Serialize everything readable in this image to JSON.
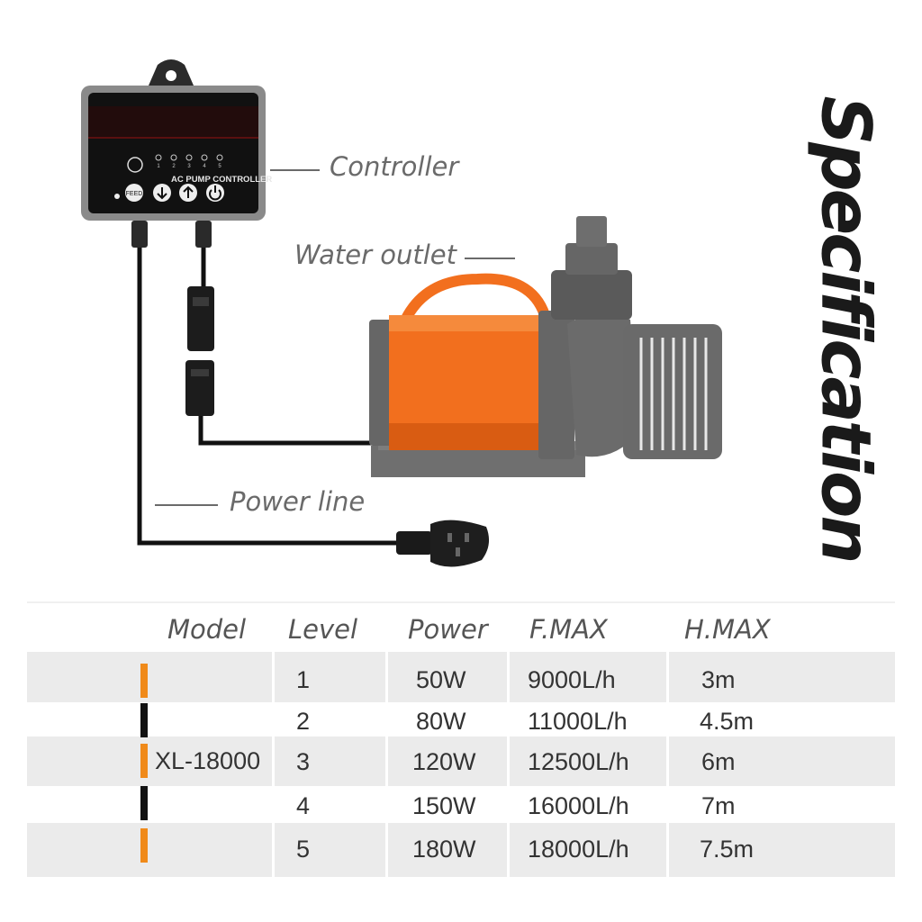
{
  "title": "Specification",
  "callouts": {
    "controller": "Controller",
    "water_outlet": "Water outlet",
    "power_line": "Power line"
  },
  "controller_device": {
    "label": "AC PUMP CONTROLLER",
    "feed_button": "FEED",
    "levels": [
      "1",
      "2",
      "3",
      "4",
      "5"
    ]
  },
  "table": {
    "headers": [
      "Model",
      "Level",
      "Power",
      "F.MAX",
      "H.MAX"
    ],
    "model": "XL-18000",
    "rows": [
      {
        "level": "1",
        "power": "50W",
        "fmax": "9000L/h",
        "hmax": "3m"
      },
      {
        "level": "2",
        "power": "80W",
        "fmax": "11000L/h",
        "hmax": "4.5m"
      },
      {
        "level": "3",
        "power": "120W",
        "fmax": "12500L/h",
        "hmax": "6m"
      },
      {
        "level": "4",
        "power": "150W",
        "fmax": "16000L/h",
        "hmax": "7m"
      },
      {
        "level": "5",
        "power": "180W",
        "fmax": "18000L/h",
        "hmax": "7.5m"
      }
    ]
  },
  "colors": {
    "orange": "#f26f1e",
    "dark_gray": "#5b5b5b",
    "marker_orange": "#f08a1a",
    "marker_black": "#111111"
  }
}
